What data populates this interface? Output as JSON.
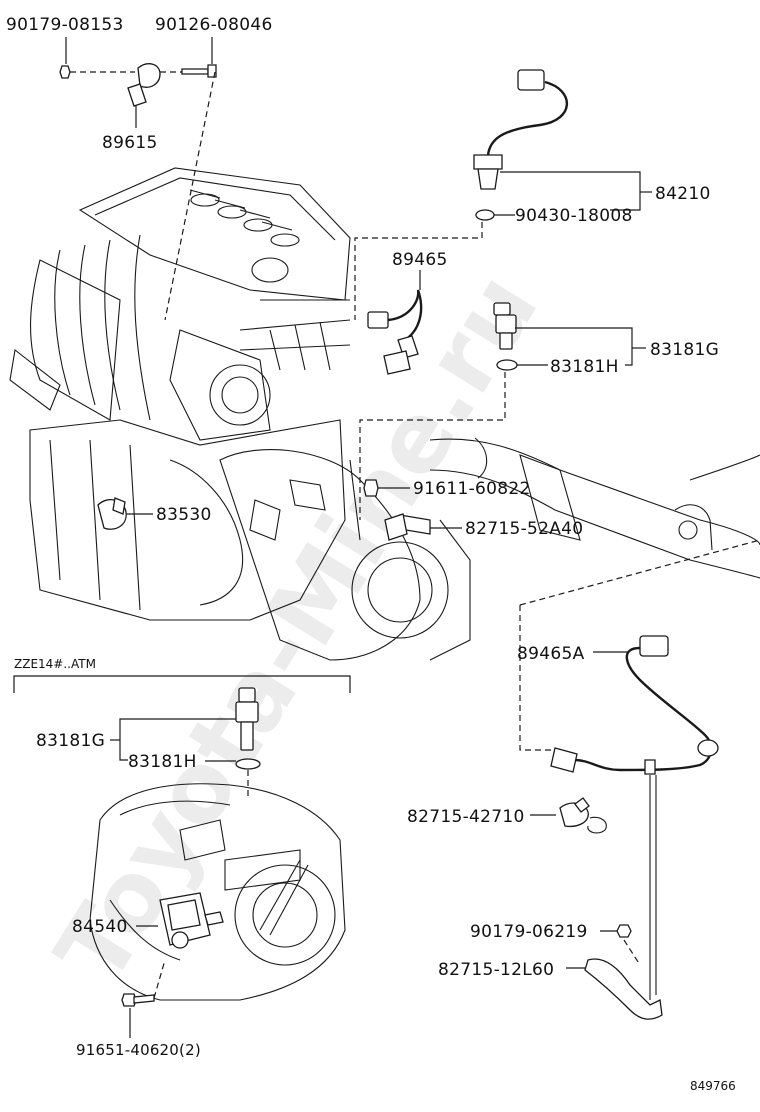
{
  "diagram": {
    "watermark": "Toyota-Mine.ru",
    "footer_code": "849766",
    "section_title": "ZZE14#..ATM",
    "parts": {
      "p_90179_08153": "90179-08153",
      "p_90126_08046": "90126-08046",
      "p_89615": "89615",
      "p_84210": "84210",
      "p_90430_18008": "90430-18008",
      "p_89465": "89465",
      "p_83181G_top": "83181G",
      "p_83181H_top": "83181H",
      "p_91611_60822": "91611-60822",
      "p_83530": "83530",
      "p_82715_52A40": "82715-52A40",
      "p_89465A": "89465A",
      "p_83181G_bottom": "83181G",
      "p_83181H_bottom": "83181H",
      "p_82715_42710": "82715-42710",
      "p_84540": "84540",
      "p_90179_06219": "90179-06219",
      "p_82715_12L60": "82715-12L60",
      "p_91651_40620": "91651-40620(2)"
    }
  }
}
